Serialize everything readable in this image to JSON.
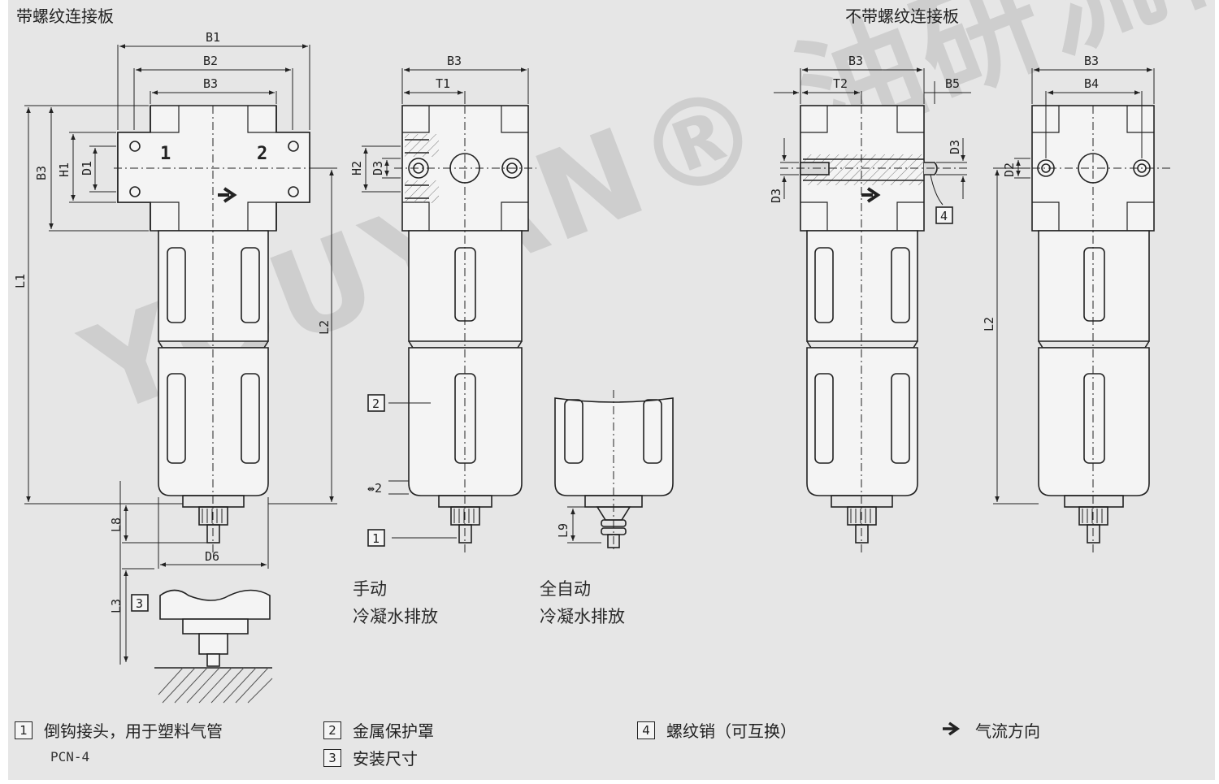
{
  "titles": {
    "left": "带螺纹连接板",
    "right": "不带螺纹连接板"
  },
  "dims": {
    "B1": "B1",
    "B2": "B2",
    "B3": "B3",
    "B4": "B4",
    "B5": "B5",
    "H1": "H1",
    "H2": "H2",
    "D1": "D1",
    "D2": "D2",
    "D3": "D3",
    "D6": "D6",
    "L1": "L1",
    "L2": "L2",
    "L3": "L3",
    "L8": "L8",
    "L9": "L9",
    "T1": "T1",
    "T2": "T2",
    "wrench": "⇹2"
  },
  "ports": {
    "in": "1",
    "out": "2"
  },
  "callouts": {
    "c1": "1",
    "c2": "2",
    "c3": "3",
    "c4": "4"
  },
  "captions": {
    "manual_1": "手动",
    "manual_2": "冷凝水排放",
    "auto_1": "全自动",
    "auto_2": "冷凝水排放"
  },
  "legend": {
    "item1_num": "1",
    "item1_text": "倒钩接头，用于塑料气管",
    "item1_sub": "PCN-4",
    "item2_num": "2",
    "item2_text": "金属保护罩",
    "item3_num": "3",
    "item3_text": "安装尺寸",
    "item4_num": "4",
    "item4_text": "螺纹销（可互换）",
    "flow_text": "气流方向"
  },
  "watermark": "YOUYAN® 油研流体",
  "colors": {
    "background": "#e6e6e6",
    "line": "#222222",
    "body_fill": "#f4f4f4"
  }
}
